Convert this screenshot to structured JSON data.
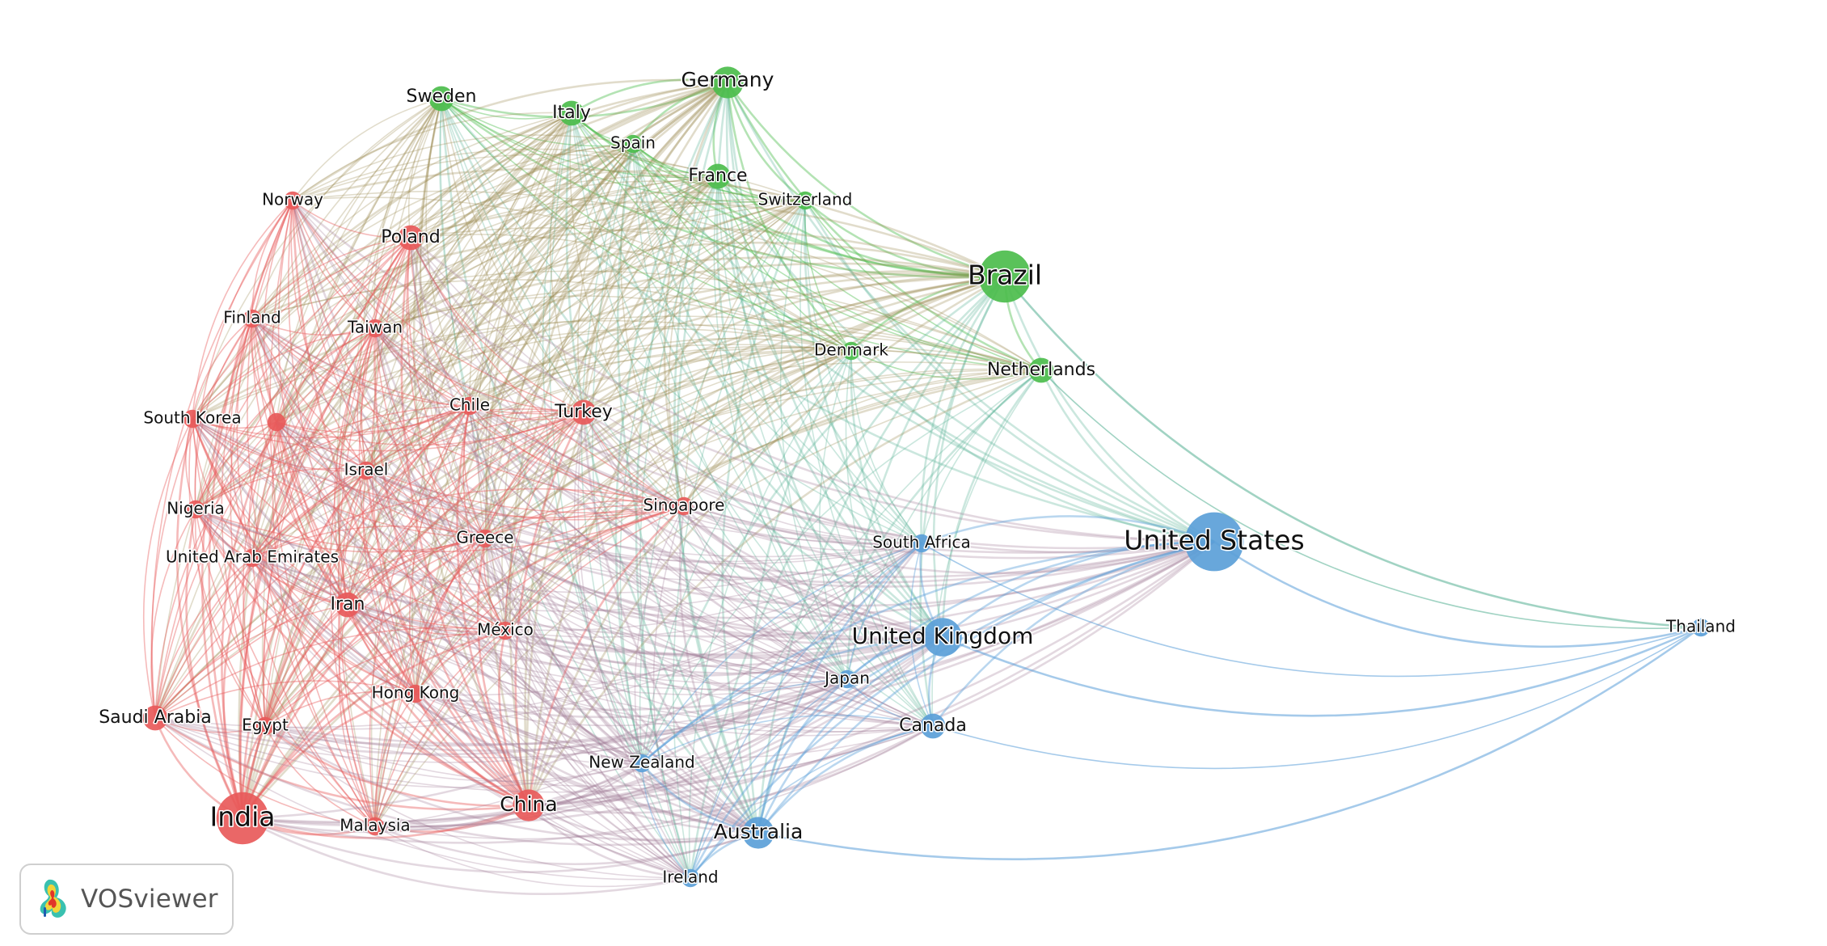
{
  "app": {
    "brand": "VOSviewer",
    "logo_icon": "vosviewer-logo-icon"
  },
  "colors": {
    "red": "#e85a5a",
    "green": "#4cbd4c",
    "blue": "#5b9fd8"
  },
  "clusters": [
    {
      "id": "red",
      "color": "#e85a5a"
    },
    {
      "id": "green",
      "color": "#4cbd4c"
    },
    {
      "id": "blue",
      "color": "#5b9fd8"
    }
  ],
  "nodes": [
    {
      "id": "sweden",
      "label": "Sweden",
      "cluster": "green",
      "weight": 2
    },
    {
      "id": "germany",
      "label": "Germany",
      "cluster": "green",
      "weight": 3
    },
    {
      "id": "italy",
      "label": "Italy",
      "cluster": "green",
      "weight": 2
    },
    {
      "id": "spain",
      "label": "Spain",
      "cluster": "green",
      "weight": 1
    },
    {
      "id": "france",
      "label": "France",
      "cluster": "green",
      "weight": 2
    },
    {
      "id": "switzerland",
      "label": "Switzerland",
      "cluster": "green",
      "weight": 1
    },
    {
      "id": "brazil",
      "label": "Brazil",
      "cluster": "green",
      "weight": 6
    },
    {
      "id": "denmark",
      "label": "Denmark",
      "cluster": "green",
      "weight": 1
    },
    {
      "id": "netherlands",
      "label": "Netherlands",
      "cluster": "green",
      "weight": 2
    },
    {
      "id": "norway",
      "label": "Norway",
      "cluster": "red",
      "weight": 1
    },
    {
      "id": "poland",
      "label": "Poland",
      "cluster": "red",
      "weight": 2
    },
    {
      "id": "finland",
      "label": "Finland",
      "cluster": "red",
      "weight": 1
    },
    {
      "id": "taiwan",
      "label": "Taiwan",
      "cluster": "red",
      "weight": 1
    },
    {
      "id": "south-korea",
      "label": "South Korea",
      "cluster": "red",
      "weight": 1
    },
    {
      "id": "unlabeled-red",
      "label": "",
      "cluster": "red",
      "weight": 1
    },
    {
      "id": "chile",
      "label": "Chile",
      "cluster": "red",
      "weight": 1
    },
    {
      "id": "turkey",
      "label": "Turkey",
      "cluster": "red",
      "weight": 2
    },
    {
      "id": "israel",
      "label": "Israel",
      "cluster": "red",
      "weight": 1
    },
    {
      "id": "nigeria",
      "label": "Nigeria",
      "cluster": "red",
      "weight": 1
    },
    {
      "id": "singapore",
      "label": "Singapore",
      "cluster": "red",
      "weight": 1
    },
    {
      "id": "greece",
      "label": "Greece",
      "cluster": "red",
      "weight": 1
    },
    {
      "id": "uae",
      "label": "United Arab Emirates",
      "cluster": "red",
      "weight": 1
    },
    {
      "id": "iran",
      "label": "Iran",
      "cluster": "red",
      "weight": 2
    },
    {
      "id": "mexico",
      "label": "México",
      "cluster": "red",
      "weight": 1
    },
    {
      "id": "hong-kong",
      "label": "Hong Kong",
      "cluster": "red",
      "weight": 1
    },
    {
      "id": "saudi-arabia",
      "label": "Saudi Arabia",
      "cluster": "red",
      "weight": 2
    },
    {
      "id": "egypt",
      "label": "Egypt",
      "cluster": "red",
      "weight": 1
    },
    {
      "id": "india",
      "label": "India",
      "cluster": "red",
      "weight": 6
    },
    {
      "id": "malaysia",
      "label": "Malaysia",
      "cluster": "red",
      "weight": 1
    },
    {
      "id": "china",
      "label": "China",
      "cluster": "red",
      "weight": 3
    },
    {
      "id": "united-states",
      "label": "United States",
      "cluster": "blue",
      "weight": 7
    },
    {
      "id": "south-africa",
      "label": "South Africa",
      "cluster": "blue",
      "weight": 1
    },
    {
      "id": "united-kingdom",
      "label": "United Kingdom",
      "cluster": "blue",
      "weight": 4
    },
    {
      "id": "japan",
      "label": "Japan",
      "cluster": "blue",
      "weight": 1
    },
    {
      "id": "canada",
      "label": "Canada",
      "cluster": "blue",
      "weight": 2
    },
    {
      "id": "new-zealand",
      "label": "New Zealand",
      "cluster": "blue",
      "weight": 1
    },
    {
      "id": "australia",
      "label": "Australia",
      "cluster": "blue",
      "weight": 3
    },
    {
      "id": "ireland",
      "label": "Ireland",
      "cluster": "blue",
      "weight": 1
    },
    {
      "id": "thailand",
      "label": "Thailand",
      "cluster": "blue",
      "weight": 1
    }
  ]
}
